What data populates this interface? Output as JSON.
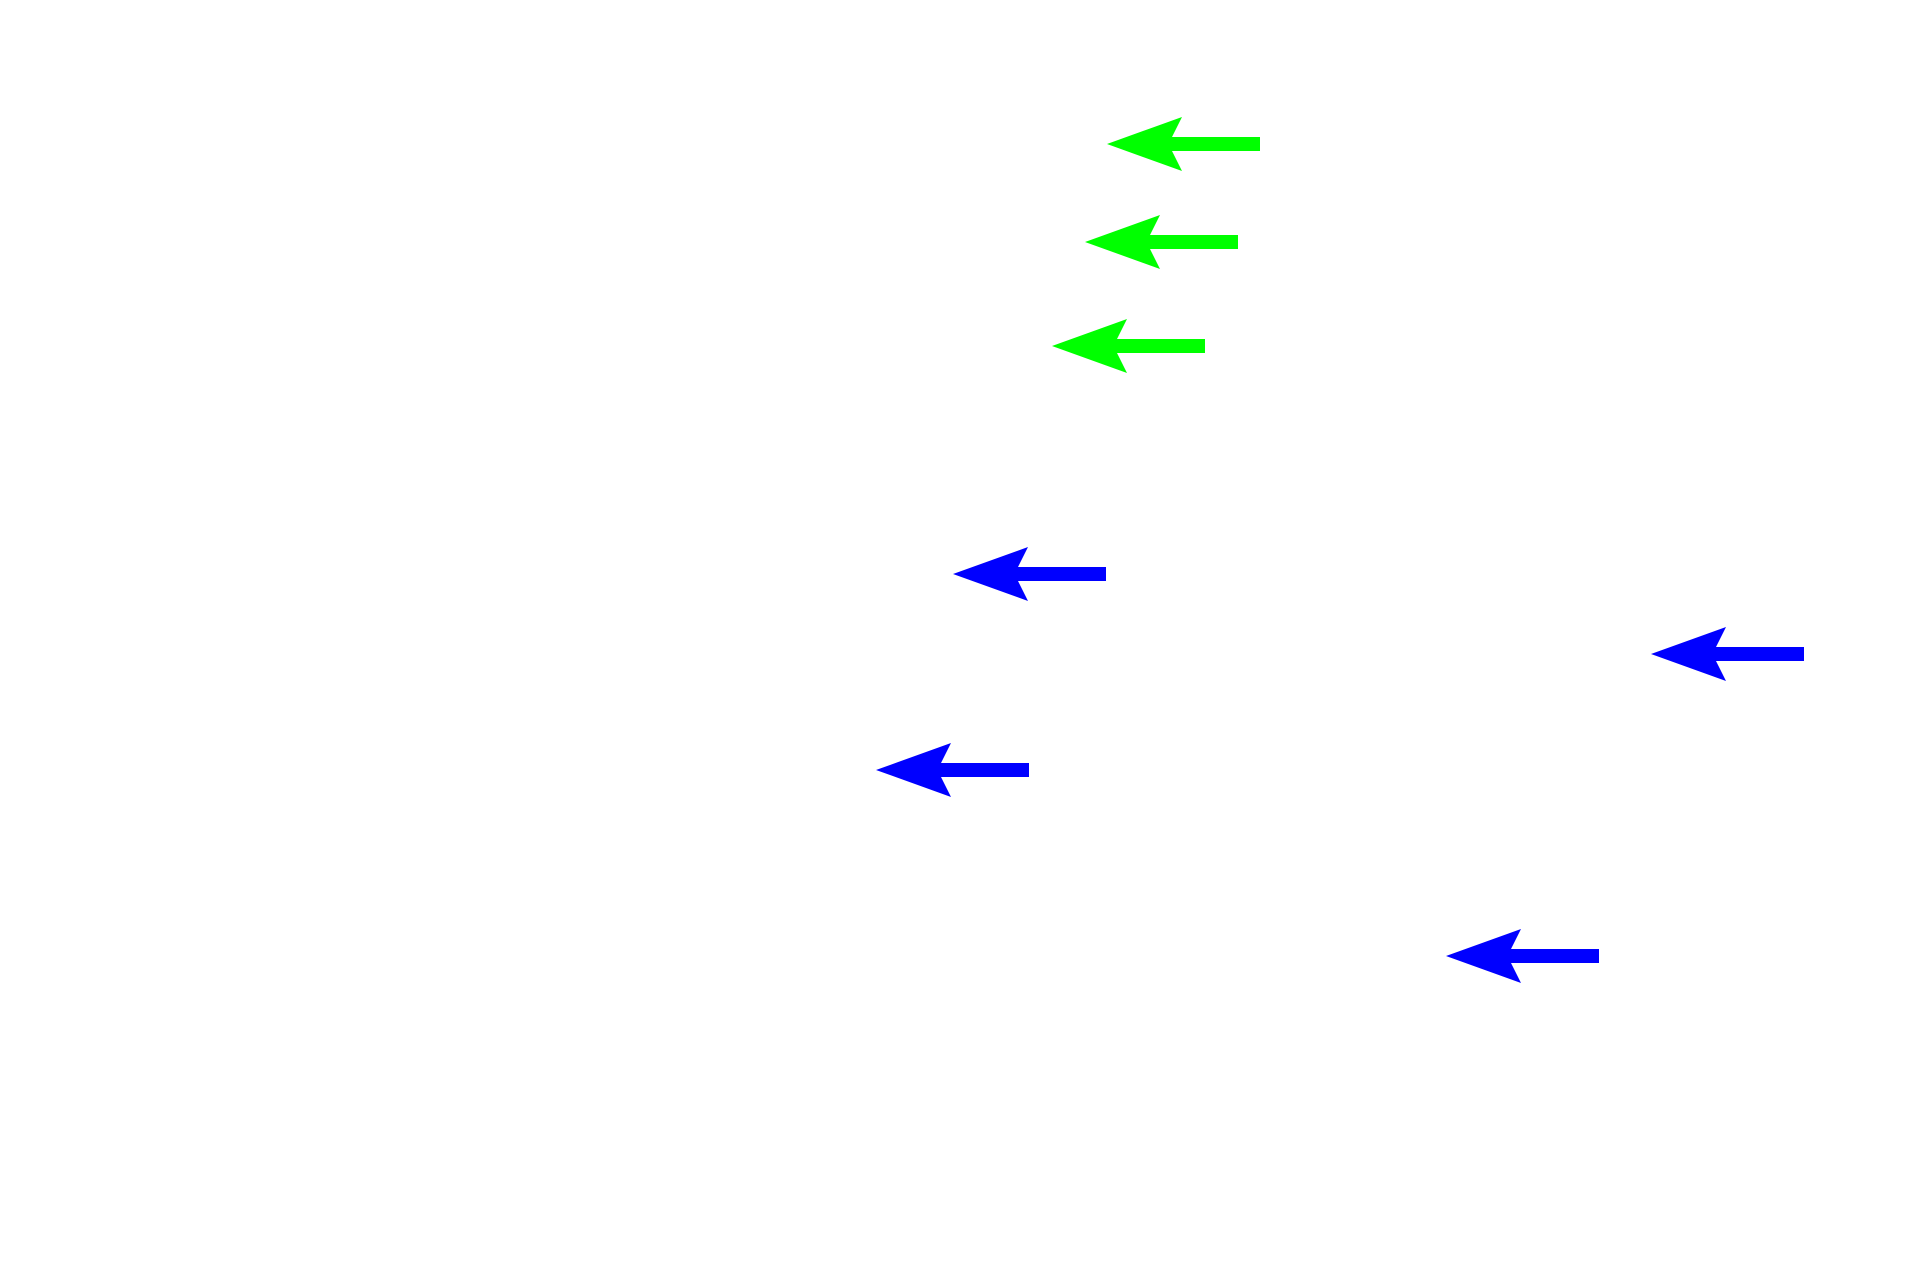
{
  "arrows": [
    {
      "id": "green-1",
      "color": "#00ff00",
      "icon": "arrow-left-icon"
    },
    {
      "id": "green-2",
      "color": "#00ff00",
      "icon": "arrow-left-icon"
    },
    {
      "id": "green-3",
      "color": "#00ff00",
      "icon": "arrow-left-icon"
    },
    {
      "id": "blue-1",
      "color": "#0000ff",
      "icon": "arrow-left-icon"
    },
    {
      "id": "blue-2",
      "color": "#0000ff",
      "icon": "arrow-left-icon"
    },
    {
      "id": "blue-3",
      "color": "#0000ff",
      "icon": "arrow-left-icon"
    },
    {
      "id": "blue-4",
      "color": "#0000ff",
      "icon": "arrow-left-icon"
    }
  ]
}
